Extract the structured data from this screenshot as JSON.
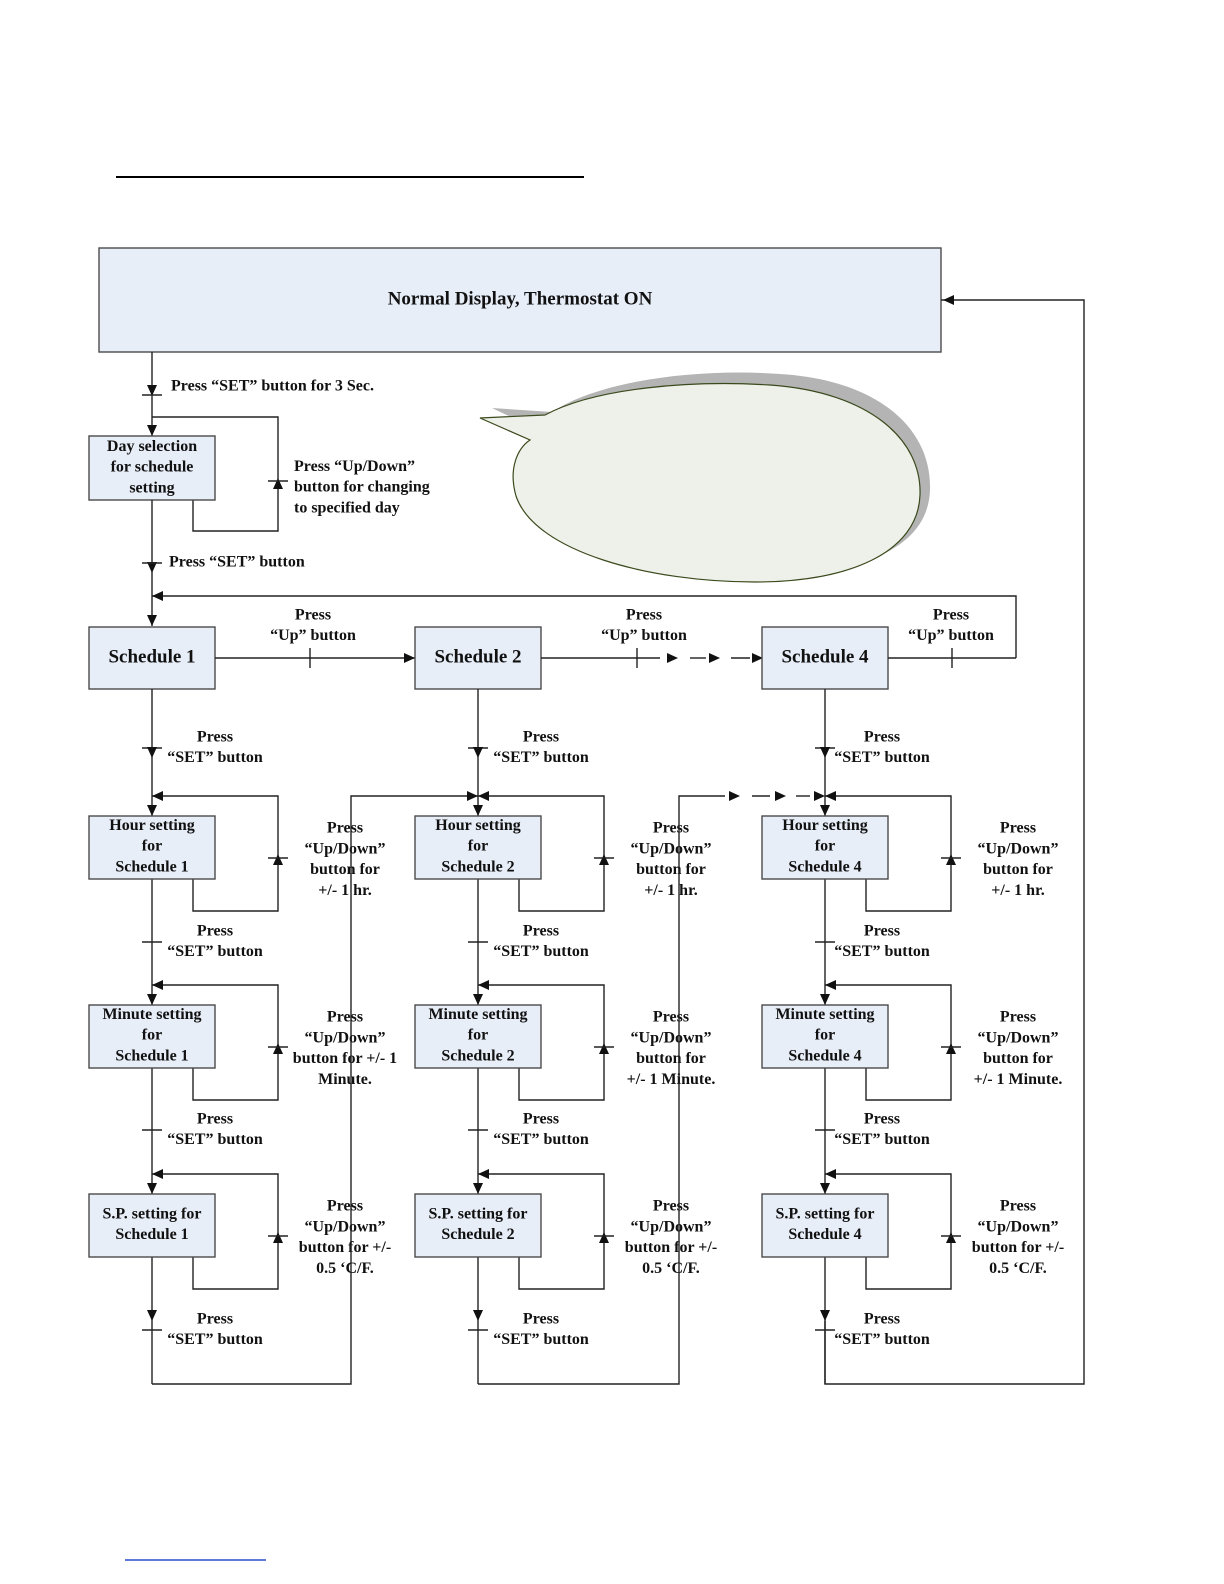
{
  "title_box": {
    "label": "Normal Display, Thermostat ON"
  },
  "day_selection": {
    "label": [
      "Day selection",
      "for schedule",
      "setting"
    ],
    "enter_label": "Press “SET” button for 3 Sec.",
    "updown_label": [
      "Press “Up/Down”",
      "button for changing",
      "to specified day"
    ],
    "exit_label": "Press “SET” button"
  },
  "schedules": [
    {
      "name": "Schedule 1",
      "up_label": [
        "Press",
        "“Up” button"
      ],
      "set_labels": [
        [
          "Press",
          "“SET” button"
        ],
        [
          "Press",
          "“SET” button"
        ],
        [
          "Press",
          "“SET” button"
        ],
        [
          "Press",
          "“SET” button"
        ]
      ],
      "steps": [
        {
          "label": [
            "Hour setting",
            "for",
            "Schedule 1"
          ],
          "adjust": [
            "Press",
            "“Up/Down”",
            "button for",
            "+/- 1 hr."
          ]
        },
        {
          "label": [
            "Minute setting",
            "for",
            "Schedule 1"
          ],
          "adjust": [
            "Press",
            "“Up/Down”",
            "button for +/- 1",
            "Minute."
          ]
        },
        {
          "label": [
            "S.P. setting for",
            "Schedule 1"
          ],
          "adjust": [
            "Press",
            "“Up/Down”",
            "button for +/-",
            "0.5 ‘C/F."
          ]
        }
      ]
    },
    {
      "name": "Schedule 2",
      "up_label": [
        "Press",
        "“Up” button"
      ],
      "set_labels": [
        [
          "Press",
          "“SET” button"
        ],
        [
          "Press",
          "“SET” button"
        ],
        [
          "Press",
          "“SET” button"
        ],
        [
          "Press",
          "“SET” button"
        ]
      ],
      "steps": [
        {
          "label": [
            "Hour setting",
            "for",
            "Schedule 2"
          ],
          "adjust": [
            "Press",
            "“Up/Down”",
            "button for",
            "+/- 1 hr."
          ]
        },
        {
          "label": [
            "Minute setting",
            "for",
            "Schedule 2"
          ],
          "adjust": [
            "Press",
            "“Up/Down”",
            "button for",
            "+/- 1 Minute."
          ]
        },
        {
          "label": [
            "S.P. setting for",
            "Schedule 2"
          ],
          "adjust": [
            "Press",
            "“Up/Down”",
            "button for +/-",
            "0.5 ‘C/F."
          ]
        }
      ]
    },
    {
      "name": "Schedule 4",
      "up_label": [
        "Press",
        "“Up” button"
      ],
      "set_labels": [
        [
          "Press",
          "“SET” button"
        ],
        [
          "Press",
          "“SET” button"
        ],
        [
          "Press",
          "“SET” button"
        ],
        [
          "Press",
          "“SET” button"
        ]
      ],
      "steps": [
        {
          "label": [
            "Hour setting",
            "for",
            "Schedule 4"
          ],
          "adjust": [
            "Press",
            "“Up/Down”",
            "button for",
            "+/- 1 hr."
          ]
        },
        {
          "label": [
            "Minute setting",
            "for",
            "Schedule 4"
          ],
          "adjust": [
            "Press",
            "“Up/Down”",
            "button for",
            "+/- 1 Minute."
          ]
        },
        {
          "label": [
            "S.P. setting for",
            "Schedule 4"
          ],
          "adjust": [
            "Press",
            "“Up/Down”",
            "button for +/-",
            "0.5 ‘C/F."
          ]
        }
      ]
    }
  ],
  "colors": {
    "box_fill": "#e8eef8",
    "bubble_fill": "#eef0ea",
    "bubble_shadow": "#b4b4b4",
    "line": "#222222"
  }
}
